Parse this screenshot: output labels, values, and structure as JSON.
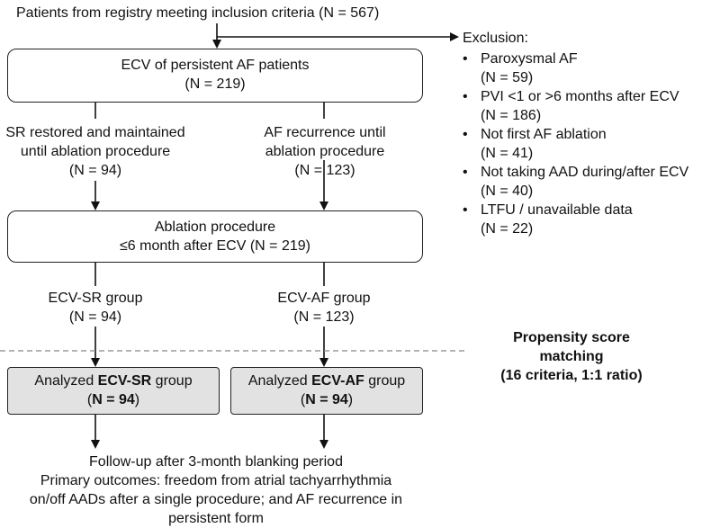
{
  "top_text": "Patients from registry meeting inclusion criteria (N = 567)",
  "ecv_box": {
    "line1": "ECV of persistent AF patients",
    "line2": "(N = 219)"
  },
  "sr_branch": {
    "line1": "SR restored and maintained",
    "line2": "until ablation procedure",
    "line3": "(N = 94)"
  },
  "af_branch": {
    "line1": "AF recurrence until",
    "line2": "ablation procedure",
    "line3": "(N = 123)"
  },
  "ablation_box": {
    "line1": "Ablation procedure",
    "line2": "≤6 month after ECV (N = 219)"
  },
  "sr_group": {
    "line1": "ECV-SR group",
    "line2": "(N = 94)"
  },
  "af_group": {
    "line1": "ECV-AF group",
    "line2": "(N = 123)"
  },
  "propensity": {
    "line1": "Propensity score",
    "line2": "matching",
    "line3": "(16 criteria, 1:1 ratio)"
  },
  "analyzed_sr": {
    "prefix": "Analyzed ",
    "bold": "ECV-SR",
    "suffix": " group",
    "n_open": "(",
    "n_bold": "N = 94",
    "n_close": ")"
  },
  "analyzed_af": {
    "prefix": "Analyzed ",
    "bold": "ECV-AF",
    "suffix": " group",
    "n_open": "(",
    "n_bold": "N = 94",
    "n_close": ")"
  },
  "followup": {
    "line1": "Follow-up after 3-month blanking period",
    "line2": "Primary outcomes: freedom from atrial tachyarrhythmia",
    "line3": "on/off AADs after a single procedure; and AF recurrence in",
    "line4": "persistent form"
  },
  "exclusion": {
    "title": "Exclusion:",
    "items": [
      {
        "label": "Paroxysmal AF",
        "n": "(N = 59)"
      },
      {
        "label": "PVI <1 or >6 months after ECV",
        "n": "(N = 186)"
      },
      {
        "label": "Not first AF ablation",
        "n": "(N = 41)"
      },
      {
        "label": "Not taking AAD during/after ECV",
        "n": "(N = 40)"
      },
      {
        "label": "LTFU / unavailable data",
        "n": "(N = 22)"
      }
    ]
  },
  "bullet_char": "•"
}
